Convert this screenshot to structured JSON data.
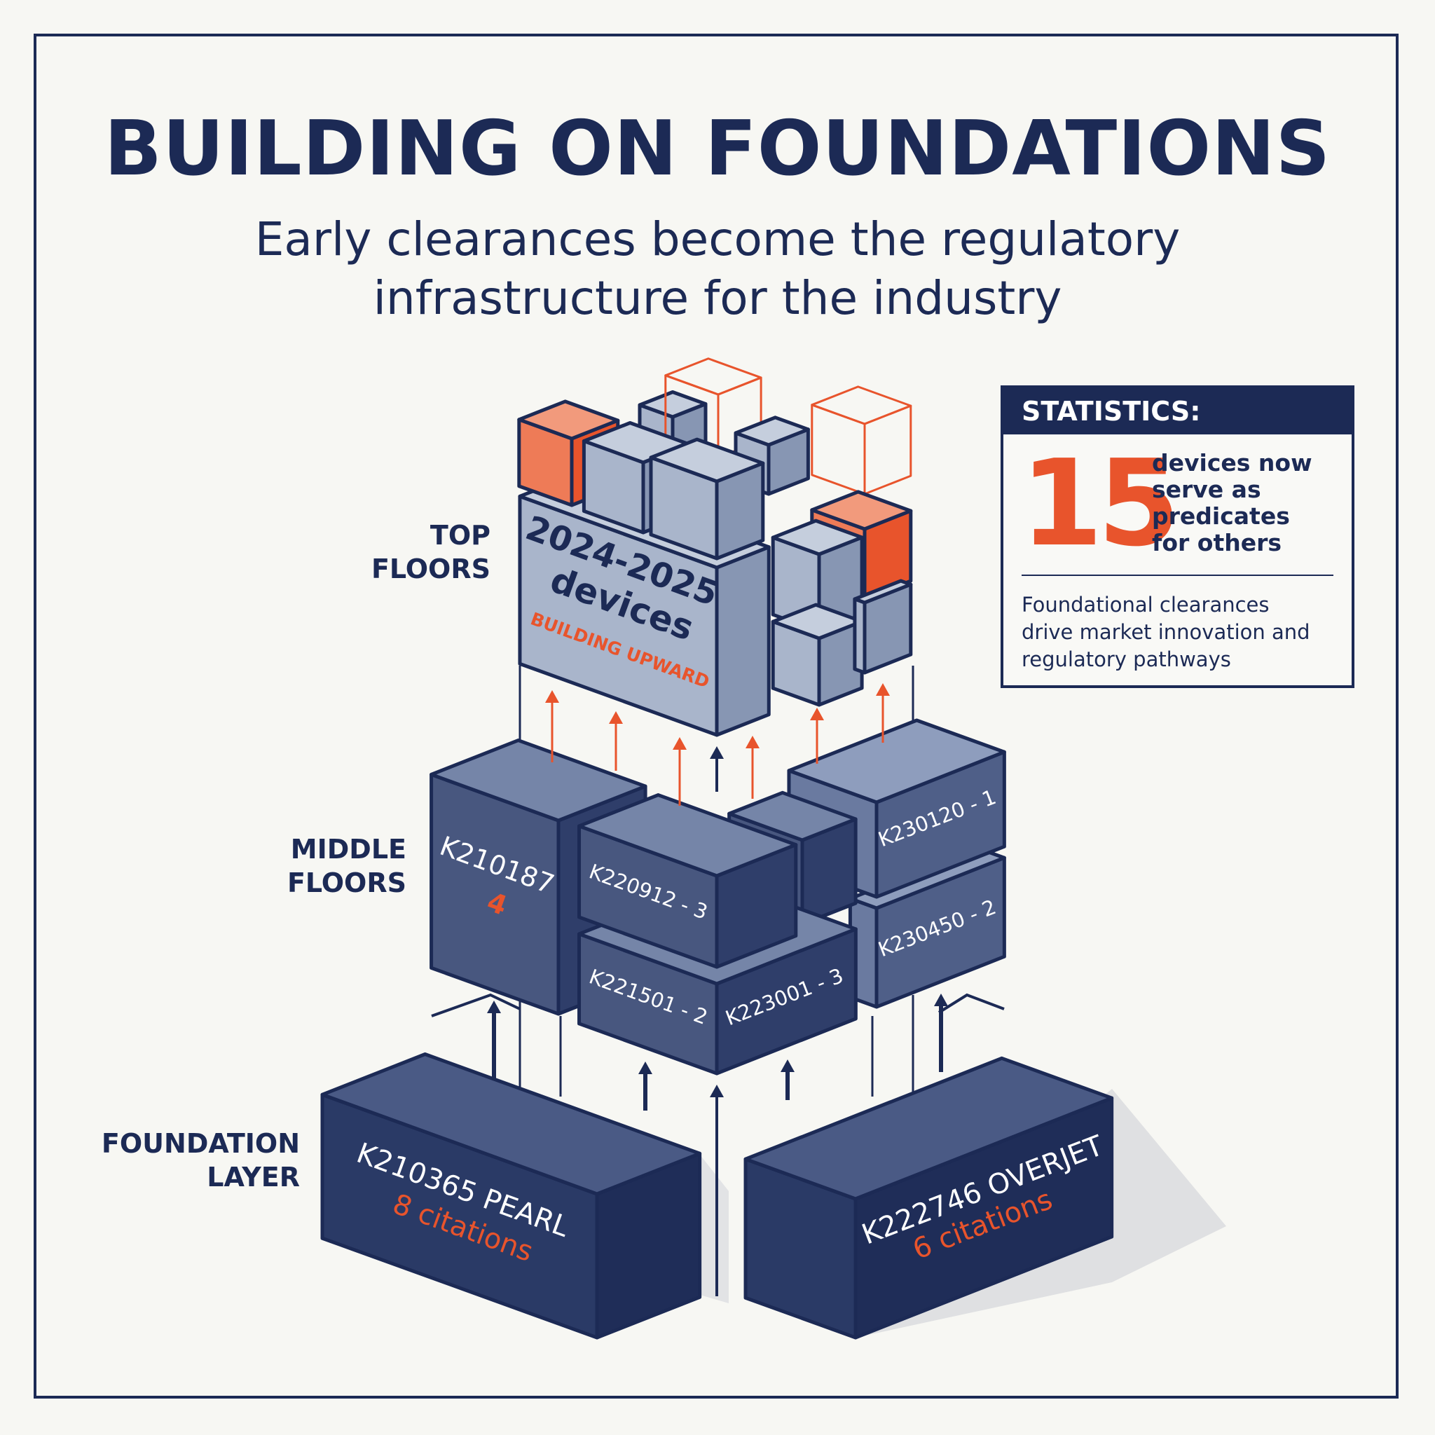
{
  "title": "BUILDING ON FOUNDATIONS",
  "subtitle": [
    "Early clearances become the regulatory",
    "infrastructure for the industry"
  ],
  "tiers": {
    "top": [
      "TOP",
      "FLOORS"
    ],
    "middle": [
      "MIDDLE",
      "FLOORS"
    ],
    "foundation": [
      "FOUNDATION",
      "LAYER"
    ]
  },
  "top_block": {
    "line1": "2024-2025",
    "line2": "devices",
    "tag": "BUILDING UPWARD"
  },
  "middle_blocks": {
    "k210187": {
      "id": "K210187",
      "count": "4"
    },
    "k220912": "K220912 - 3",
    "k221501": "K221501 - 2",
    "k223001": "K223001 - 3",
    "k230120": "K230120 - 1",
    "k230450": "K230450 - 2"
  },
  "foundation_blocks": {
    "left": {
      "name": "K210365 PEARL",
      "citations": "8 citations"
    },
    "right": {
      "name": "K222746 OVERJET",
      "citations": "6 citations"
    }
  },
  "statistics": {
    "header": "STATISTICS:",
    "number": "15",
    "number_text": [
      "devices now",
      "serve as",
      "predicates",
      "for others"
    ],
    "footnote": [
      "Foundational clearances",
      "drive market innovation and",
      "regulatory pathways"
    ]
  },
  "colors": {
    "navy": "#1c2a55",
    "orange": "#e8542c",
    "background": "#f7f7f3"
  }
}
